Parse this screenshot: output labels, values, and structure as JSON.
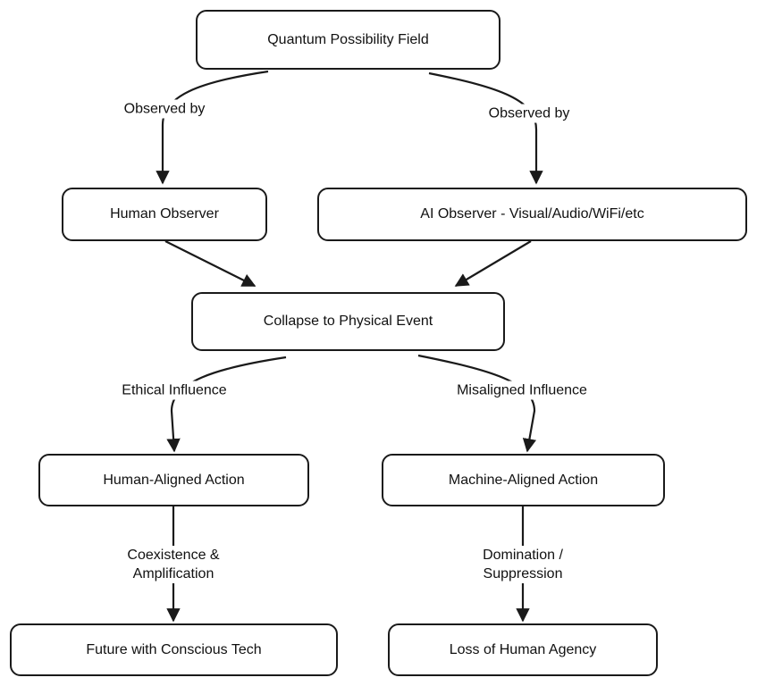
{
  "nodes": {
    "quantum_field": "Quantum Possibility Field",
    "human_observer": "Human Observer",
    "ai_observer": "AI Observer - Visual/Audio/WiFi/etc",
    "collapse": "Collapse to Physical Event",
    "human_aligned": "Human-Aligned Action",
    "machine_aligned": "Machine-Aligned Action",
    "future_conscious": "Future with Conscious Tech",
    "loss_agency": "Loss of Human Agency"
  },
  "edges": {
    "observed_left": "Observed by",
    "observed_right": "Observed by",
    "ethical": "Ethical Influence",
    "misaligned": "Misaligned Influence",
    "coexistence_line1": "Coexistence &",
    "coexistence_line2": "Amplification",
    "domination_line1": "Domination /",
    "domination_line2": "Suppression"
  }
}
